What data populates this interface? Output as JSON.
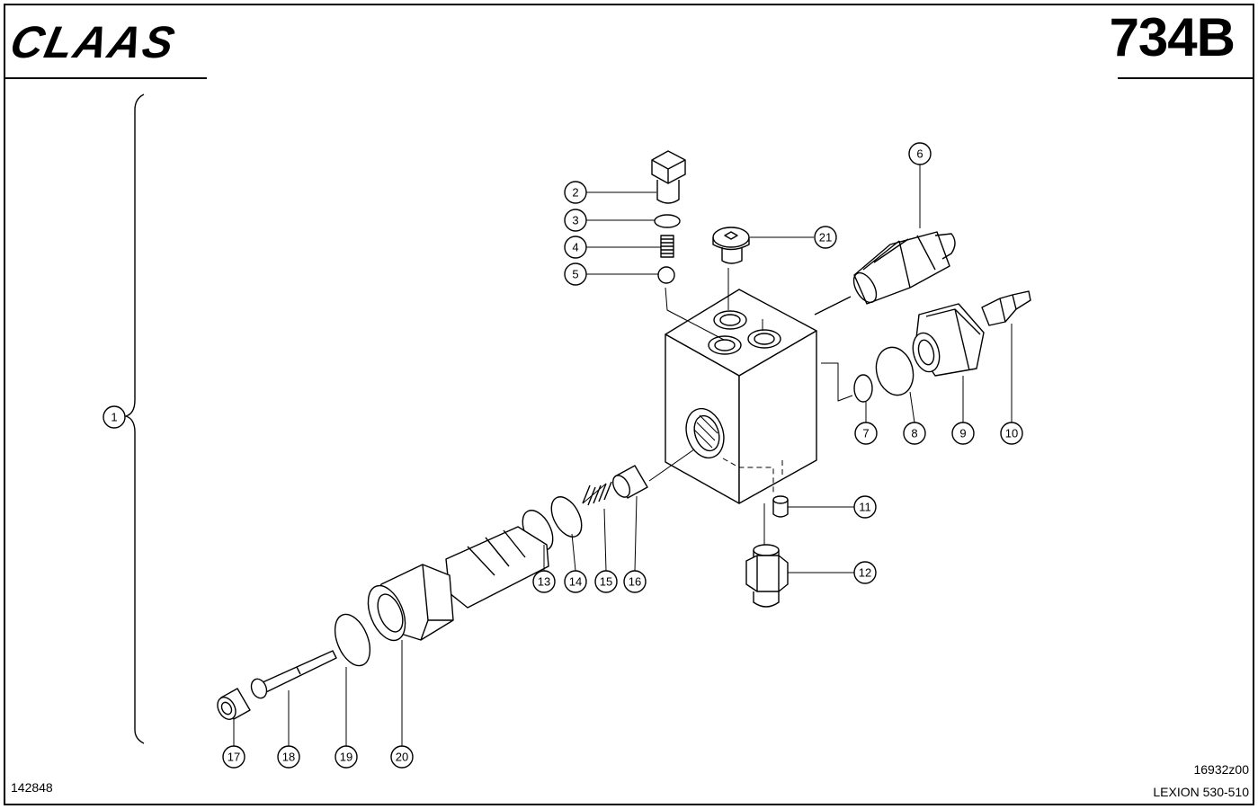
{
  "header": {
    "brand": "CLAAS",
    "page_number": "734B"
  },
  "footer": {
    "drawing_number": "142848",
    "figure_code": "16932z00",
    "model": "LEXION 530-510"
  },
  "callouts": [
    "1",
    "2",
    "3",
    "4",
    "5",
    "6",
    "7",
    "8",
    "9",
    "10",
    "11",
    "12",
    "13",
    "14",
    "15",
    "16",
    "17",
    "18",
    "19",
    "20",
    "21"
  ]
}
